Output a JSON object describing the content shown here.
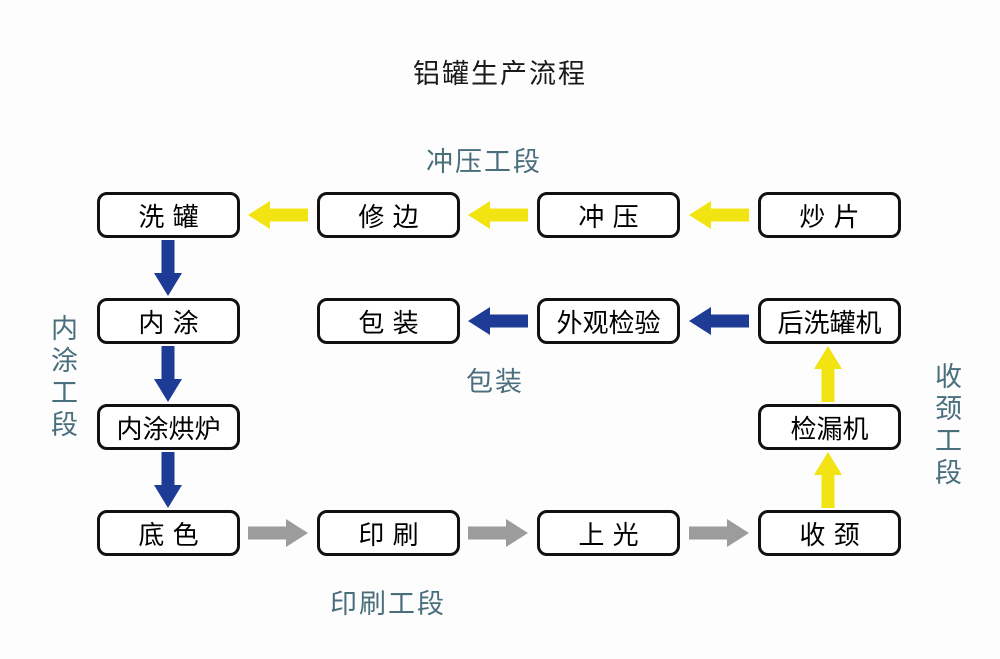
{
  "title": "铝罐生产流程",
  "section_labels": {
    "stamping": "冲压工段",
    "packing": "包装",
    "printing": "印刷工段",
    "inner_coating": "内涂工段",
    "necking": "收颈工段"
  },
  "boxes": {
    "wash_can": "洗 罐",
    "trimming": "修 边",
    "stamping": "冲 压",
    "fry_sheet": "炒 片",
    "inner_coating": "内 涂",
    "packing": "包 装",
    "visual_inspection": "外观检验",
    "post_wash_machine": "后洗罐机",
    "inner_coating_oven": "内涂烘炉",
    "leak_detector": "检漏机",
    "base_coat": "底 色",
    "printing": "印 刷",
    "varnishing": "上 光",
    "necking": "收 颈"
  },
  "colors": {
    "arrow_yellow": "#f2e412",
    "arrow_blue": "#1e3c96",
    "arrow_gray": "#9c9c9c",
    "section_label": "#4a6f7c",
    "box_border": "#111111",
    "box_fill": "#ffffff",
    "background": "#fdfdfd",
    "title_text": "#1a1a1a"
  },
  "flow": [
    {
      "from": "炒 片",
      "to": "冲 压",
      "arrow_color": "yellow"
    },
    {
      "from": "冲 压",
      "to": "修 边",
      "arrow_color": "yellow"
    },
    {
      "from": "修 边",
      "to": "洗 罐",
      "arrow_color": "yellow"
    },
    {
      "from": "洗 罐",
      "to": "内 涂",
      "arrow_color": "blue"
    },
    {
      "from": "内 涂",
      "to": "内涂烘炉",
      "arrow_color": "blue"
    },
    {
      "from": "内涂烘炉",
      "to": "底 色",
      "arrow_color": "blue"
    },
    {
      "from": "底 色",
      "to": "印 刷",
      "arrow_color": "gray"
    },
    {
      "from": "印 刷",
      "to": "上 光",
      "arrow_color": "gray"
    },
    {
      "from": "上 光",
      "to": "收 颈",
      "arrow_color": "gray"
    },
    {
      "from": "收 颈",
      "to": "检漏机",
      "arrow_color": "yellow"
    },
    {
      "from": "检漏机",
      "to": "后洗罐机",
      "arrow_color": "yellow"
    },
    {
      "from": "后洗罐机",
      "to": "外观检验",
      "arrow_color": "blue"
    },
    {
      "from": "外观检验",
      "to": "包 装",
      "arrow_color": "blue"
    }
  ]
}
